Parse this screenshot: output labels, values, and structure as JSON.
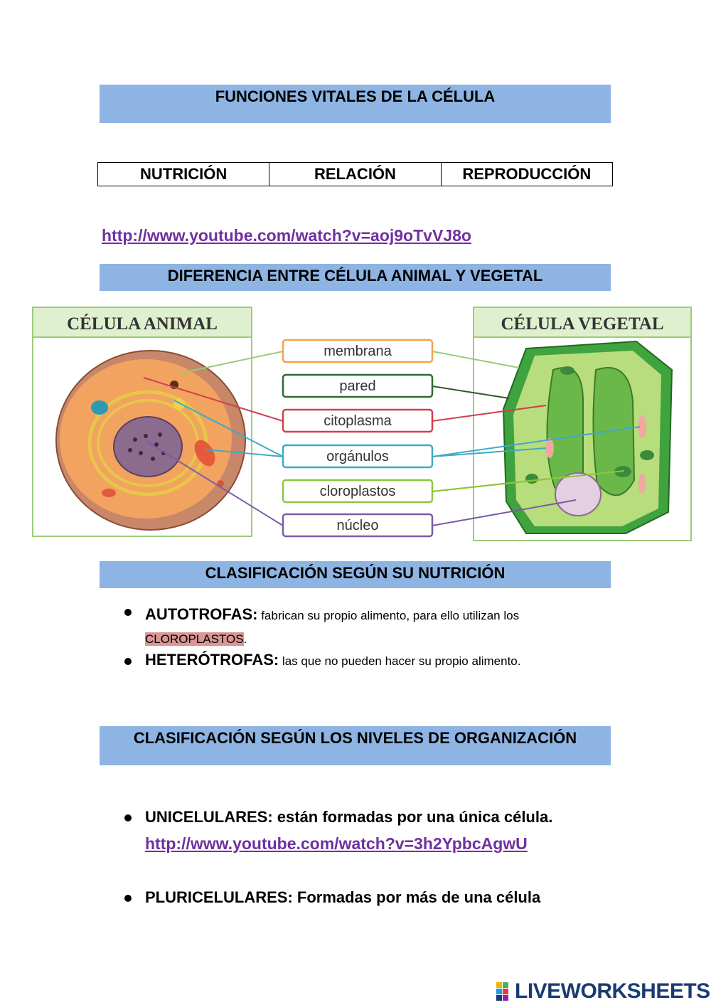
{
  "header": {
    "title": "FUNCIONES VITALES DE LA CÉLULA"
  },
  "functions_table": {
    "cells": [
      "NUTRICIÓN",
      "RELACIÓN",
      "REPRODUCCIÓN"
    ]
  },
  "links": {
    "video1": "http://www.youtube.com/watch?v=aoj9oTvVJ8o",
    "video2": "http://www.youtube.com/watch?v=3h2YpbcAgwU"
  },
  "section_diferencia": {
    "title": "DIFERENCIA ENTRE CÉLULA ANIMAL Y VEGETAL"
  },
  "diagram": {
    "animal_title": "CÉLULA ANIMAL",
    "vegetal_title": "CÉLULA VEGETAL",
    "labels": [
      "membrana",
      "pared",
      "citoplasma",
      "orgánulos",
      "cloroplastos",
      "núcleo"
    ],
    "label_colors": [
      "#f4a24c",
      "#2e6b2e",
      "#d0404e",
      "#3fa9c5",
      "#8cc63f",
      "#7a5ca8"
    ]
  },
  "section_nutricion": {
    "title": "CLASIFICACIÓN SEGÚN SU NUTRICIÓN",
    "items": [
      {
        "term": "AUTOTROFAS:",
        "text": " fabrican su propio alimento, para ello utilizan los",
        "highlight": "CLOROPLASTOS",
        "after": "."
      },
      {
        "term": "HETERÓTROFAS:",
        "text": " las que no pueden hacer su propio alimento."
      }
    ]
  },
  "section_organizacion": {
    "title": "CLASIFICACIÓN SEGÚN LOS NIVELES DE ORGANIZACIÓN",
    "items": [
      {
        "text": "UNICELULARES: están formadas por una única célula."
      },
      {
        "text": "PLURICELULARES: Formadas por más de una célula"
      }
    ]
  },
  "footer": {
    "logo_text": "LIVEWORKSHEETS",
    "logo_icon": "liveworksheets-logo-icon"
  }
}
